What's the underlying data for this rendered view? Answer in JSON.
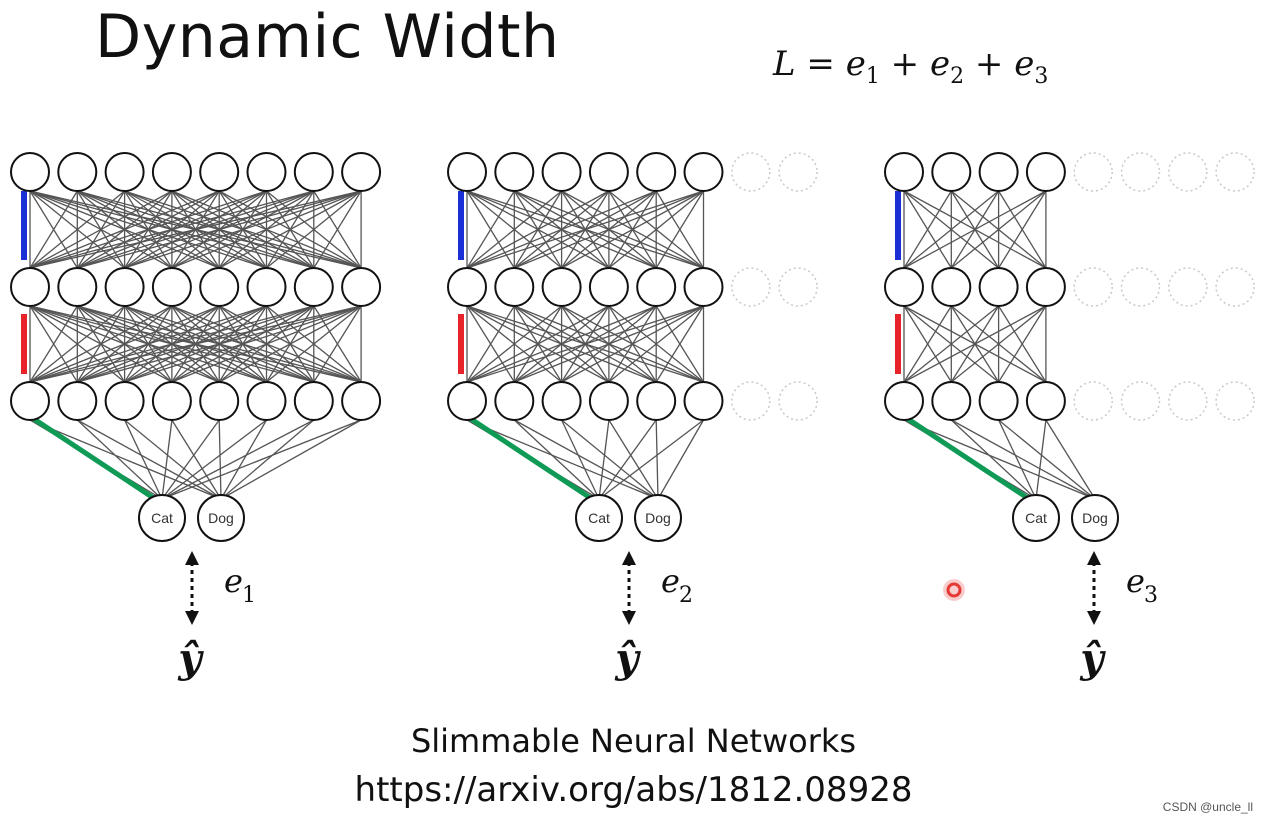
{
  "title": "Dynamic Width",
  "formula": {
    "lhs": "L",
    "op_eq": "=",
    "op_plus": "+",
    "term_symbol": "e",
    "subs": [
      "1",
      "2",
      "3"
    ]
  },
  "networks": [
    {
      "active_units": 8,
      "total_units": 8,
      "output_labels": [
        "Cat",
        "Dog"
      ],
      "error_symbol": "e",
      "error_sub": "1",
      "target_symbol": "ŷ"
    },
    {
      "active_units": 6,
      "total_units": 8,
      "output_labels": [
        "Cat",
        "Dog"
      ],
      "error_symbol": "e",
      "error_sub": "2",
      "target_symbol": "ŷ"
    },
    {
      "active_units": 4,
      "total_units": 8,
      "output_labels": [
        "Cat",
        "Dog"
      ],
      "error_symbol": "e",
      "error_sub": "3",
      "target_symbol": "ŷ"
    }
  ],
  "highlight_colors": {
    "layer1": "#1a2fd6",
    "layer2": "#e8232a",
    "output": "#0f9a55",
    "pointer": "#e53935"
  },
  "footer": {
    "paper": "Slimmable Neural Networks",
    "url": "https://arxiv.org/abs/1812.08928"
  },
  "watermark": "CSDN @uncle_ll"
}
